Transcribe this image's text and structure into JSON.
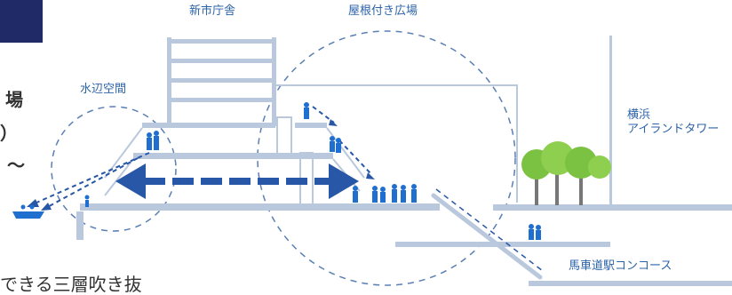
{
  "labels": {
    "new_city_hall": "新市庁舎",
    "roofed_plaza": "屋根付き広場",
    "waterside_space": "水辺空間",
    "yokohama_island_tower_line1": "横浜",
    "yokohama_island_tower_line2": "アイランドタワー",
    "bashamichi_concourse": "馬車道駅コンコース"
  },
  "cropped_text": {
    "left_line1": "場",
    "left_line2": "）",
    "left_line3": "～",
    "bottom": "できる三層吹き抜"
  },
  "colors": {
    "structure": "#b9c8dc",
    "people": "#1f6fd0",
    "arrow": "#2757a6",
    "dashed_circle": "#5a7fb5",
    "label": "#2c63a8",
    "tree": "#7cc242",
    "navy_block": "#1f2a66"
  }
}
